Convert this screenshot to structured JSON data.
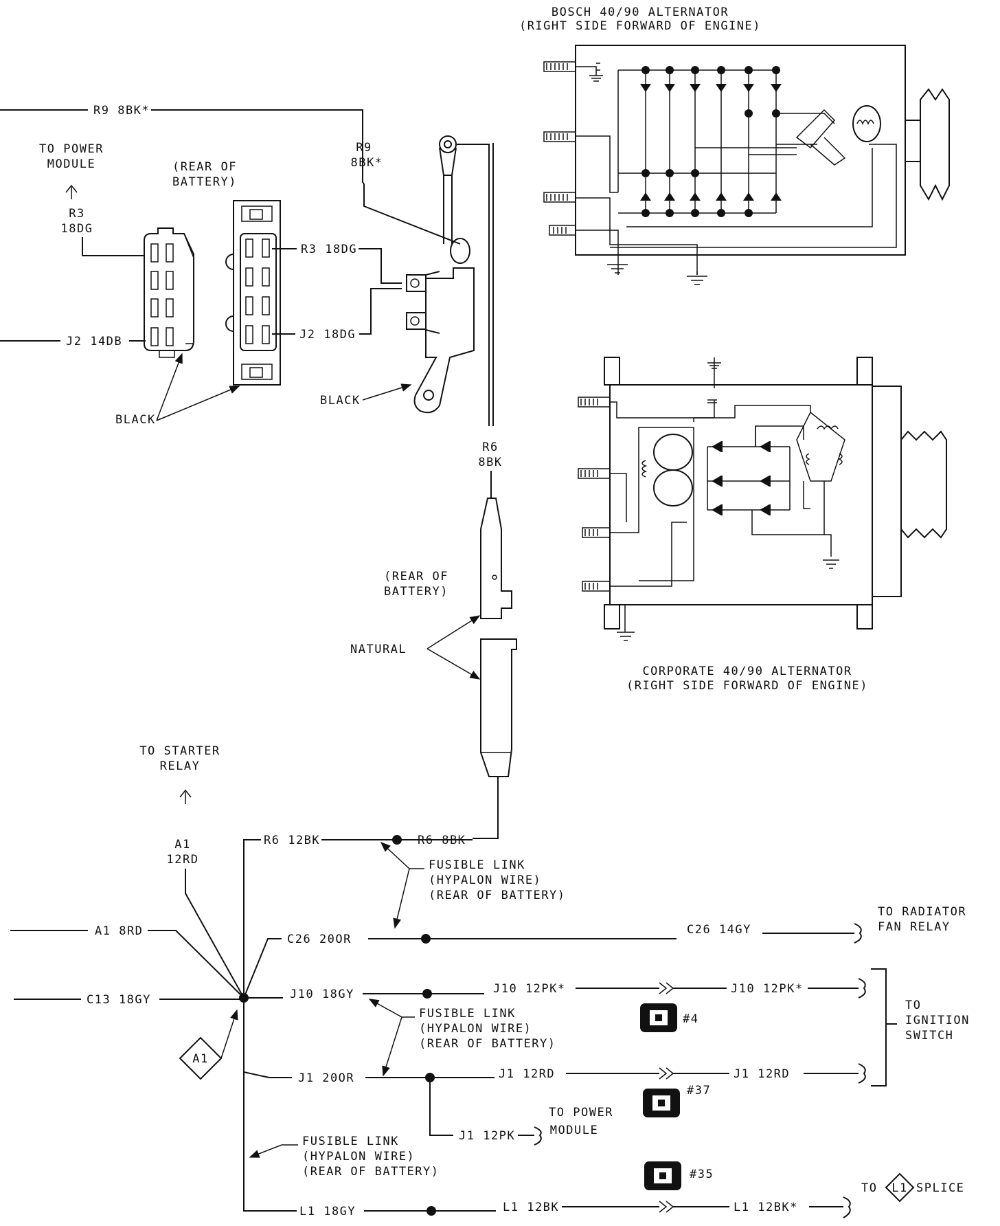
{
  "colors": {
    "ink": "#111111",
    "paper": "#ffffff"
  },
  "bosch_alt": {
    "line1": "BOSCH 40/90 ALTERNATOR",
    "line2": "(RIGHT SIDE FORWARD OF ENGINE)"
  },
  "corp_alt": {
    "line1": "CORPORATE 40/90 ALTERNATOR",
    "line2": "(RIGHT SIDE FORWARD OF ENGINE)"
  },
  "labels": {
    "r9_top": "R9 8BK*",
    "r9_vert_1": "R9",
    "r9_vert_2": "8BK*",
    "to_power_module_1": "TO POWER",
    "to_power_module_2": "MODULE",
    "r3_1": "R3",
    "r3_2": "18DG",
    "rear_battery_a_1": "(REAR OF",
    "rear_battery_a_2": "BATTERY)",
    "r3_conn": "R3 18DG",
    "j2_left": "J2 14DB",
    "j2_conn": "J2 18DG",
    "black_1": "BLACK",
    "black_2": "BLACK",
    "r6_vert_1": "R6",
    "r6_vert_2": "8BK",
    "rear_battery_b_1": "(REAR OF",
    "rear_battery_b_2": "BATTERY)",
    "natural": "NATURAL",
    "to_starter_1": "TO STARTER",
    "to_starter_2": "RELAY",
    "a1_1": "A1",
    "a1_2": "12RD",
    "r6_12bk": "R6 12BK",
    "r6_8bk": "R6 8BK",
    "fl1_1": "FUSIBLE LINK",
    "fl1_2": "(HYPALON WIRE)",
    "fl1_3": "(REAR OF BATTERY)",
    "a1_8rd": "A1 8RD",
    "c26_20or": "C26 20OR",
    "c26_14gy": "C26 14GY",
    "to_radiator_1": "TO RADIATOR",
    "to_radiator_2": "FAN RELAY",
    "c13": "C13 18GY",
    "j10_18gy": "J10 18GY",
    "j10_12pk_a": "J10 12PK*",
    "j10_12pk_b": "J10 12PK*",
    "to_ign_1": "TO",
    "to_ign_2": "IGNITION",
    "to_ign_3": "SWITCH",
    "conn4": "#4",
    "fl2_1": "FUSIBLE LINK",
    "fl2_2": "(HYPALON WIRE)",
    "fl2_3": "(REAR OF BATTERY)",
    "a1_diamond": "A1",
    "j1_20or": "J1 20OR",
    "j1_12rd_a": "J1 12RD",
    "j1_12rd_b": "J1 12RD",
    "conn37": "#37",
    "to_pm2_1": "TO POWER",
    "to_pm2_2": "MODULE",
    "j1_12pk": "J1 12PK",
    "fl3_1": "FUSIBLE LINK",
    "fl3_2": "(HYPALON WIRE)",
    "fl3_3": "(REAR OF BATTERY)",
    "conn35": "#35",
    "l1_18gy": "L1 18GY",
    "l1_12bk": "L1 12BK",
    "l1_12bk_star": "L1 12BK*",
    "to_l1_to": "TO",
    "to_l1_diamond": "L1",
    "to_l1_splice": "SPLICE"
  }
}
